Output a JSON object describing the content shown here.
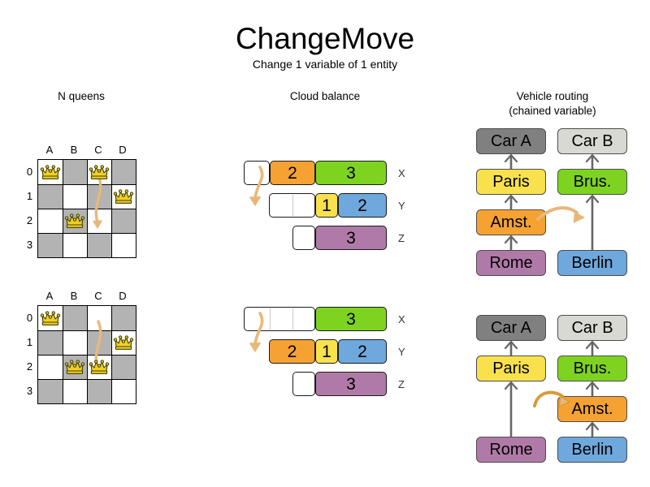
{
  "header": {
    "title": "ChangeMove",
    "subtitle": "Change 1 variable of 1 entity"
  },
  "sections": {
    "nqueens": {
      "heading": "N queens"
    },
    "cloud": {
      "heading": "Cloud balance"
    },
    "vrp": {
      "heading_line1": "Vehicle routing",
      "heading_line2": "(chained variable)"
    }
  },
  "colors": {
    "orange": "#f5a233",
    "green": "#7ed321",
    "yellow": "#f8e14c",
    "blue": "#6fa8dc",
    "purple": "#b07aa8",
    "car_a_gray": "#808080",
    "car_b_gray": "#d9d9d4",
    "board_dark": "#b3b3b3",
    "board_light": "#ffffff",
    "queen_gold": "#f2d024",
    "arrow_tan": "#e8b87a",
    "arrow_dark": "#d99a3a",
    "link_gray": "#666666"
  },
  "nqueens": {
    "column_labels": [
      "A",
      "B",
      "C",
      "D"
    ],
    "row_labels": [
      "0",
      "1",
      "2",
      "3"
    ],
    "before": {
      "queens": [
        {
          "col": 0,
          "row": 0
        },
        {
          "col": 2,
          "row": 0
        },
        {
          "col": 3,
          "row": 1
        },
        {
          "col": 1,
          "row": 2
        }
      ],
      "move_arrow": {
        "from_col": 2,
        "from_row": 0,
        "to_col": 2,
        "to_row": 2
      }
    },
    "after": {
      "queens": [
        {
          "col": 0,
          "row": 0
        },
        {
          "col": 3,
          "row": 1
        },
        {
          "col": 1,
          "row": 2
        },
        {
          "col": 2,
          "row": 2
        }
      ],
      "move_arrow": {
        "from_col": 2,
        "from_row": 0,
        "to_col": 2,
        "to_row": 2
      }
    }
  },
  "cloud_balance": {
    "row_labels": [
      "X",
      "Y",
      "Z"
    ],
    "before": {
      "rows": [
        {
          "label": "X",
          "segments": [
            {
              "value": "",
              "color": "#ffffff",
              "width": 32
            },
            {
              "value": "2",
              "color": "#f5a233",
              "width": 56
            },
            {
              "value": "3",
              "color": "#7ed321",
              "width": 88
            }
          ],
          "offset": 0,
          "dividers": []
        },
        {
          "label": "Y",
          "segments": [
            {
              "value": "",
              "color": "#ffffff",
              "width": 57
            },
            {
              "value": "1",
              "color": "#f8e14c",
              "width": 28
            },
            {
              "value": "2",
              "color": "#6fa8dc",
              "width": 60
            }
          ],
          "offset": 31,
          "dividers": [
            29
          ]
        },
        {
          "label": "Z",
          "segments": [
            {
              "value": "",
              "color": "#ffffff",
              "width": 28
            },
            {
              "value": "3",
              "color": "#b07aa8",
              "width": 88
            }
          ],
          "offset": 60,
          "dividers": []
        }
      ]
    },
    "after": {
      "rows": [
        {
          "label": "X",
          "segments": [
            {
              "value": "",
              "color": "#ffffff",
              "width": 88
            },
            {
              "value": "3",
              "color": "#7ed321",
              "width": 88
            }
          ],
          "offset": 0,
          "dividers": [
            32,
            60
          ]
        },
        {
          "label": "Y",
          "segments": [
            {
              "value": "2",
              "color": "#f5a233",
              "width": 57
            },
            {
              "value": "1",
              "color": "#f8e14c",
              "width": 28
            },
            {
              "value": "2",
              "color": "#6fa8dc",
              "width": 60
            }
          ],
          "offset": 31,
          "dividers": []
        },
        {
          "label": "Z",
          "segments": [
            {
              "value": "",
              "color": "#ffffff",
              "width": 28
            },
            {
              "value": "3",
              "color": "#b07aa8",
              "width": 88
            }
          ],
          "offset": 60,
          "dividers": []
        }
      ]
    }
  },
  "vehicle_routing": {
    "before": {
      "left_chain": [
        {
          "label": "Car A",
          "color": "#808080"
        },
        {
          "label": "Paris",
          "color": "#f8e14c"
        },
        {
          "label": "Amst.",
          "color": "#f5a233"
        },
        {
          "label": "Rome",
          "color": "#b07aa8"
        }
      ],
      "right_chain": [
        {
          "label": "Car B",
          "color": "#d9d9d4"
        },
        {
          "label": "Brus.",
          "color": "#7ed321"
        },
        {
          "label": "",
          "color": "none"
        },
        {
          "label": "Berlin",
          "color": "#6fa8dc"
        }
      ]
    },
    "after": {
      "left_chain": [
        {
          "label": "Car A",
          "color": "#808080"
        },
        {
          "label": "Paris",
          "color": "#f8e14c"
        },
        {
          "label": "",
          "color": "none"
        },
        {
          "label": "Rome",
          "color": "#b07aa8"
        }
      ],
      "right_chain": [
        {
          "label": "Car B",
          "color": "#d9d9d4"
        },
        {
          "label": "Brus.",
          "color": "#7ed321"
        },
        {
          "label": "Amst.",
          "color": "#f5a233"
        },
        {
          "label": "Berlin",
          "color": "#6fa8dc"
        }
      ]
    }
  }
}
